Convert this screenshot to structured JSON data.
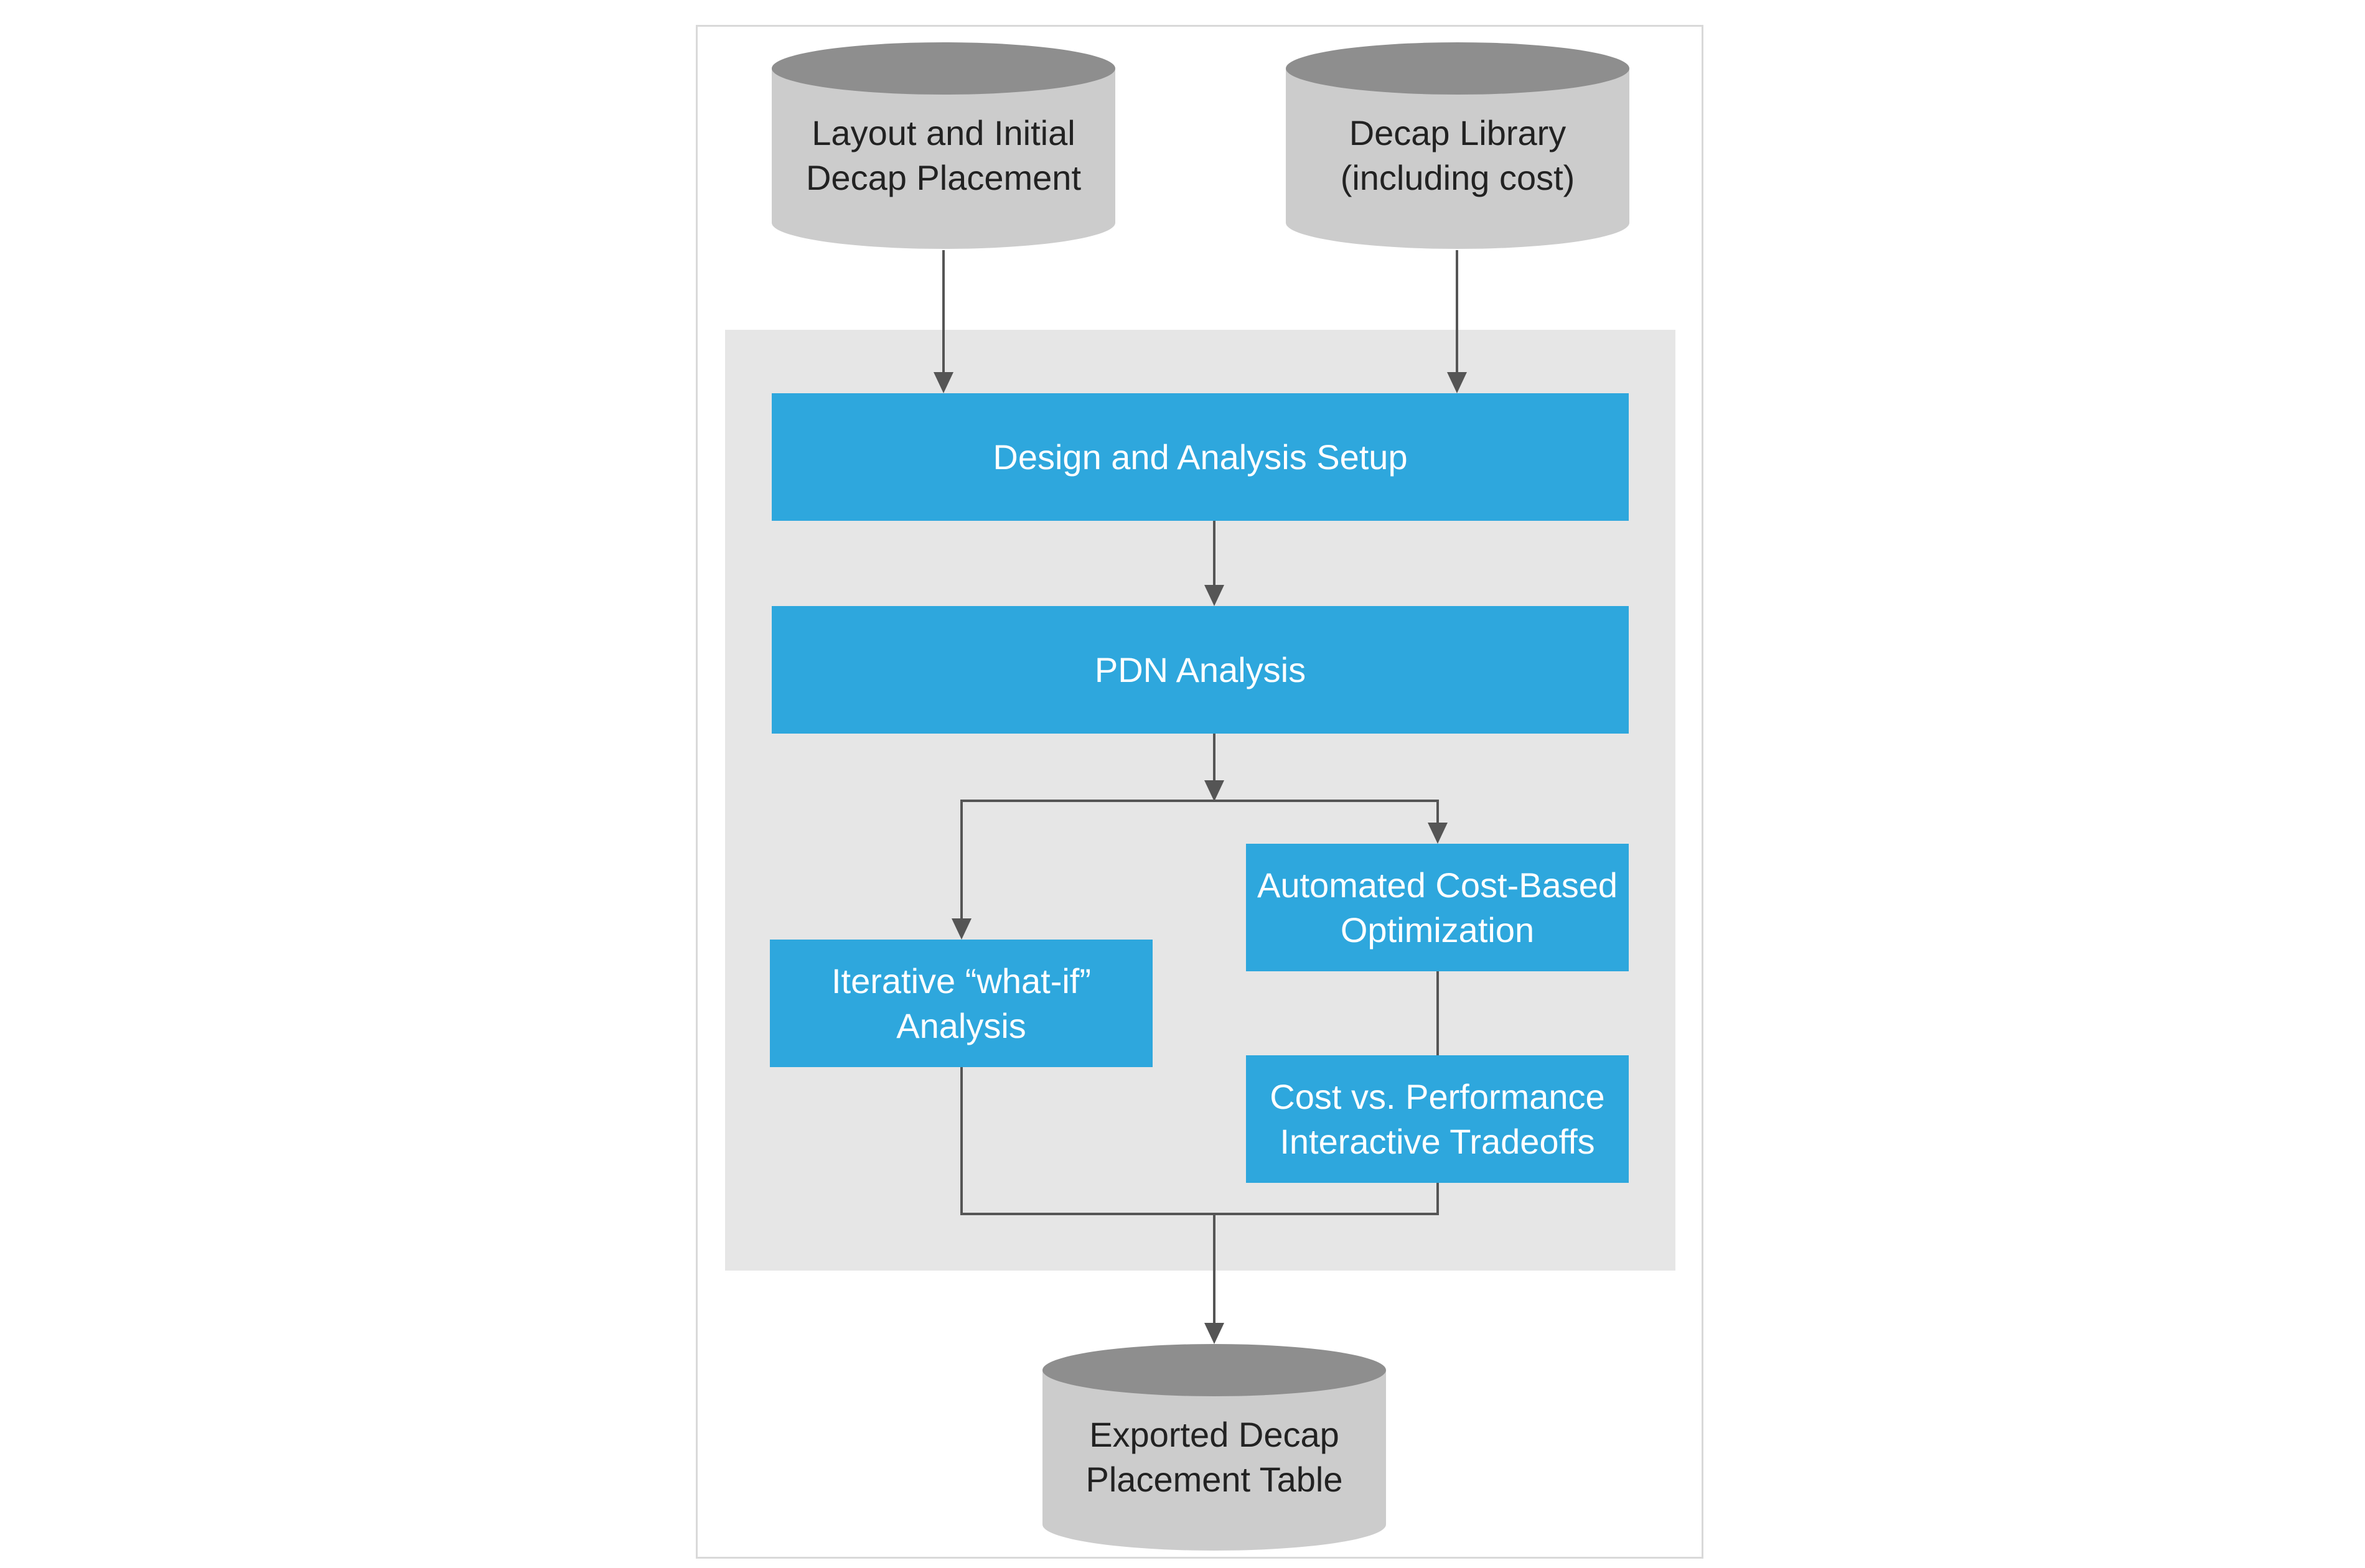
{
  "inputs": {
    "layout": "Layout and Initial\nDecap Placement",
    "library": "Decap Library\n(including cost)"
  },
  "steps": {
    "setup": "Design and Analysis Setup",
    "pdn": "PDN Analysis",
    "whatif": "Iterative “what-if”\nAnalysis",
    "automated": "Automated Cost-Based\nOptimization",
    "tradeoffs": "Cost vs. Performance\nInteractive Tradeoffs"
  },
  "output": {
    "table": "Exported Decap\nPlacement Table"
  },
  "colors": {
    "process_box": "#2ea7dd",
    "database_body": "#cccccc",
    "database_top": "#8e8e8e",
    "panel": "#e6e6e6",
    "connector": "#555555"
  }
}
